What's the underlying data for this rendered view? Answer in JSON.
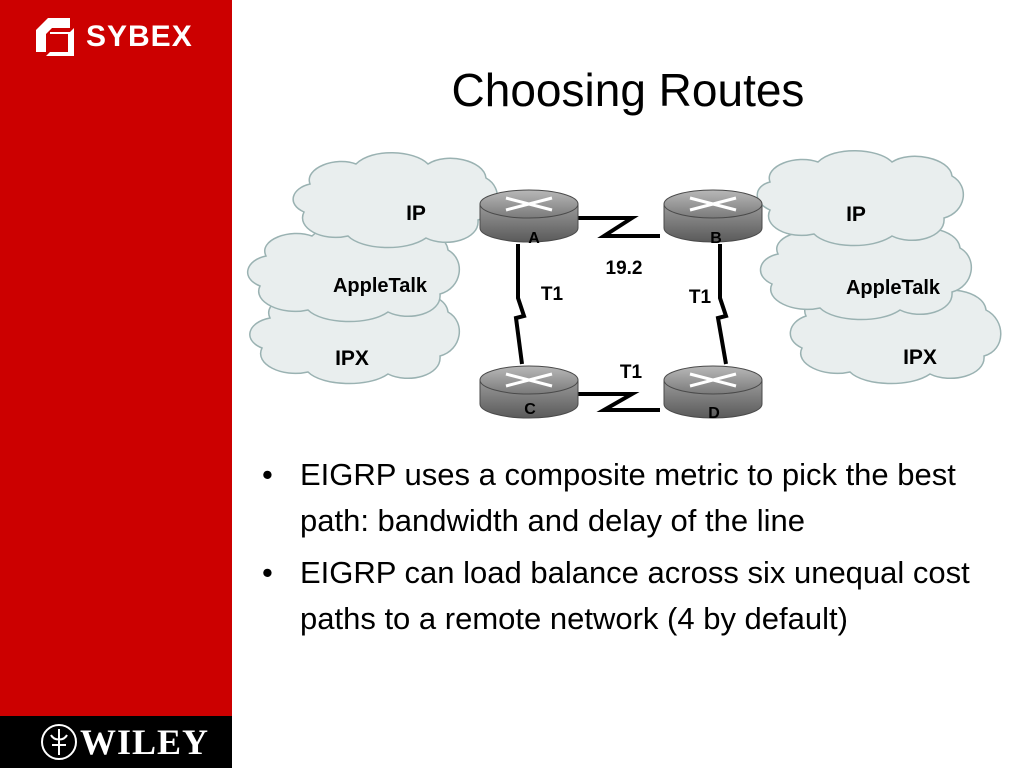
{
  "brand": {
    "publisher": "SYBEX",
    "footer": "WILEY"
  },
  "slide": {
    "title": "Choosing Routes"
  },
  "diagram": {
    "clouds_left": [
      "IP",
      "AppleTalk",
      "IPX"
    ],
    "clouds_right": [
      "IP",
      "AppleTalk",
      "IPX"
    ],
    "routers": [
      "A",
      "B",
      "C",
      "D"
    ],
    "links": {
      "a_b": "19.2",
      "a_c": "T1",
      "b_d": "T1",
      "c_d": "T1"
    }
  },
  "bullets": [
    "EIGRP uses a composite metric to pick the best path: bandwidth and delay of the line",
    "EIGRP can load balance across six unequal cost paths to a remote network (4 by default)"
  ]
}
